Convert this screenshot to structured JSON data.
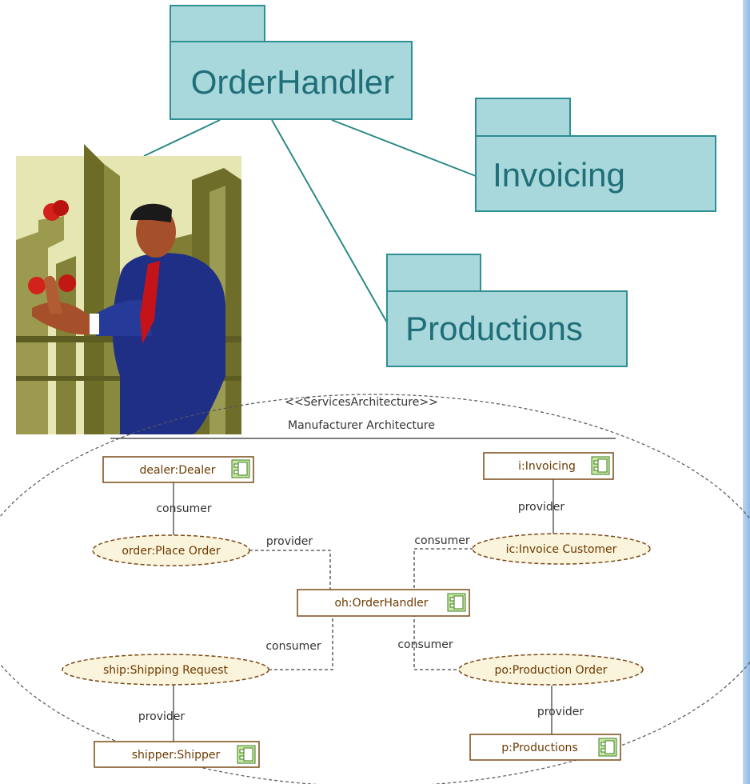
{
  "packages": [
    {
      "id": "orderhandler",
      "label": "OrderHandler"
    },
    {
      "id": "invoicing",
      "label": "Invoicing"
    },
    {
      "id": "productions",
      "label": "Productions"
    }
  ],
  "architecture": {
    "stereotype": "<<ServicesArchitecture>>",
    "name": "Manufacturer Architecture"
  },
  "parts": {
    "dealer": "dealer:Dealer",
    "invoicing": "i:Invoicing",
    "orderhandler": "oh:OrderHandler",
    "shipper": "shipper:Shipper",
    "productions": "p:Productions"
  },
  "services": {
    "place_order": "order:Place Order",
    "invoice_customer": "ic:Invoice Customer",
    "shipping_request": "ship:Shipping Request",
    "production_order": "po:Production Order"
  },
  "roles": {
    "dealer_order": "consumer",
    "oh_order": "provider",
    "oh_invoice": "consumer",
    "invoicing_invoice": "provider",
    "oh_ship": "consumer",
    "oh_production": "consumer",
    "shipper_ship": "provider",
    "productions_production": "provider"
  },
  "colors": {
    "package_fill": "#a8d8dc",
    "package_stroke": "#2f8f92",
    "part_stroke": "#7a4a16",
    "service_fill": "#fbf4dd"
  },
  "icons": [
    "businessman-juggling-clipart",
    "component-icon"
  ]
}
